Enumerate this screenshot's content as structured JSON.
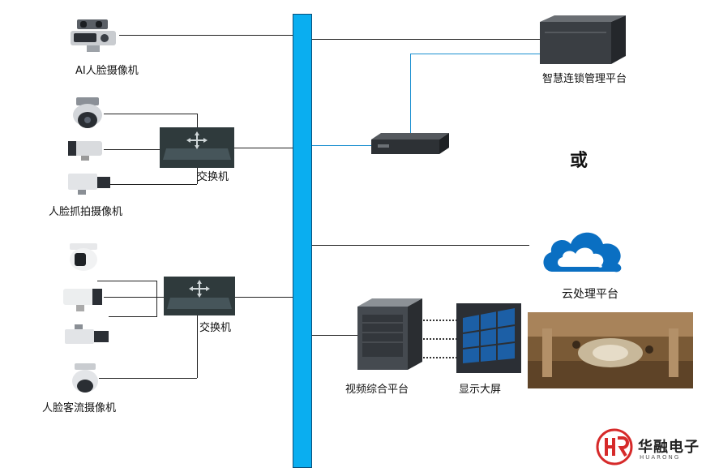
{
  "diagram": {
    "ai_face_camera": "AI人脸摄像机",
    "face_capture_cameras": "人脸抓拍摄像机",
    "face_traffic_cameras": "人脸客流摄像机",
    "switch_top": "交换机",
    "switch_bottom": "交换机",
    "chain_platform": "智慧连锁管理平台",
    "or_text": "或",
    "cloud_platform": "云处理平台",
    "video_platform": "视频综合平台",
    "display_wall": "显示大屏"
  },
  "brand": {
    "logo_name": "华融电子",
    "logo_sub": "HUARONG"
  },
  "colors": {
    "bus": "#0aaef0",
    "cloud": "#0a6fc2",
    "link_blue": "#1a8fd0"
  }
}
